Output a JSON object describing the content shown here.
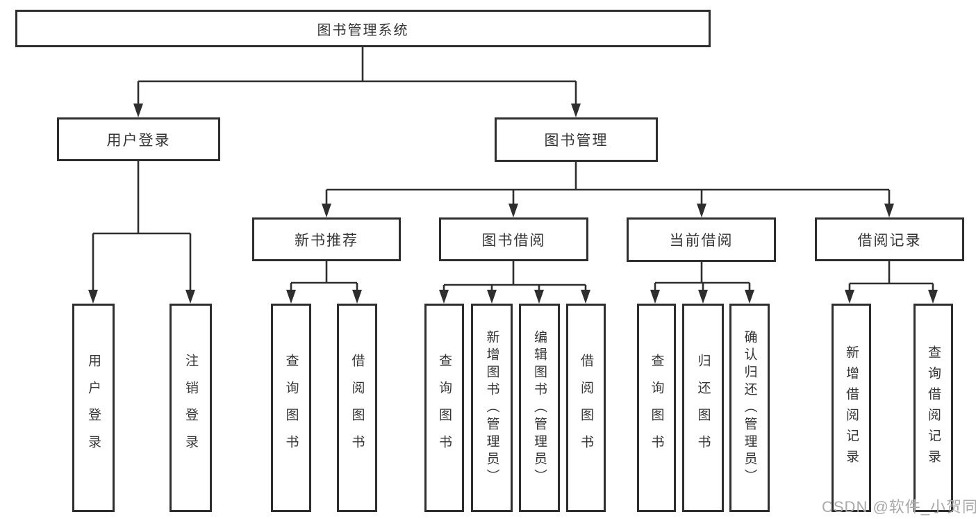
{
  "tree": {
    "label": "图书管理系统",
    "children": [
      {
        "label": "用户登录",
        "children": [
          {
            "label": "用户登录"
          },
          {
            "label": "注销登录"
          }
        ]
      },
      {
        "label": "图书管理",
        "children": [
          {
            "label": "新书推荐",
            "children": [
              {
                "label": "查询图书"
              },
              {
                "label": "借阅图书"
              }
            ]
          },
          {
            "label": "图书借阅",
            "children": [
              {
                "label": "查询图书"
              },
              {
                "label": "新增图书（管理员）"
              },
              {
                "label": "编辑图书（管理员）"
              },
              {
                "label": "借阅图书"
              }
            ]
          },
          {
            "label": "当前借阅",
            "children": [
              {
                "label": "查询图书"
              },
              {
                "label": "归还图书"
              },
              {
                "label": "确认归还（管理员）"
              }
            ]
          },
          {
            "label": "借阅记录",
            "children": [
              {
                "label": "新增借阅记录"
              },
              {
                "label": "查询借阅记录"
              }
            ]
          }
        ]
      }
    ]
  },
  "watermark": {
    "text": "CSDN @软件_小贺同学"
  },
  "colors": {
    "line": "#2e2e2e",
    "box_border": "#2e2e2e",
    "text": "#353535",
    "watermark": "#a9a9a9",
    "background": "#ffffff"
  }
}
